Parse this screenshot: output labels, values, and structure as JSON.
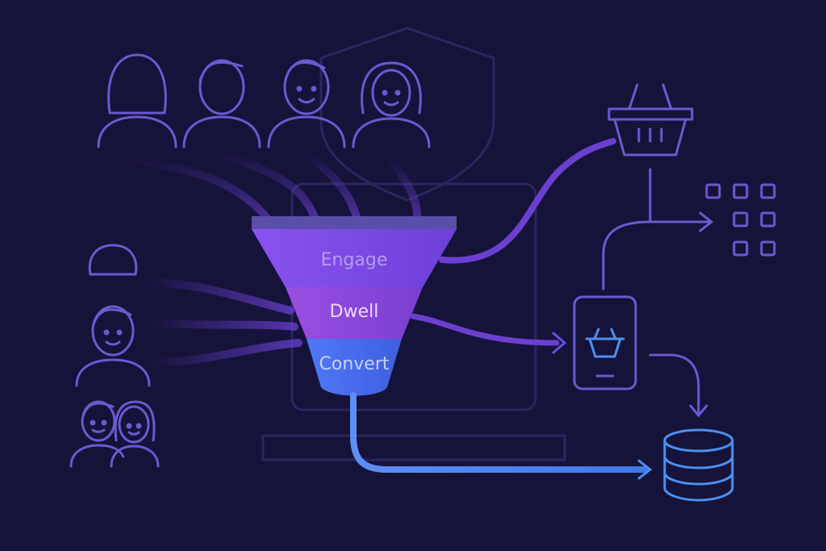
{
  "funnel": {
    "stages": [
      {
        "label": "Engage",
        "color": "#7f4ae6",
        "text_color": "#b49cf2"
      },
      {
        "label": "Dwell",
        "color": "#8f4fd8",
        "text_color": "#e8dcff"
      },
      {
        "label": "Convert",
        "color": "#4a6df0",
        "text_color": "#c3d2ff"
      }
    ]
  },
  "colors": {
    "background": "#15133a",
    "icon_stroke": "#6a5ad0",
    "flow_purple": "#6b3fd0",
    "flow_blue": "#4d8ff0",
    "faint_outline": "#2a2660"
  },
  "icons": [
    "person-icon",
    "shield-icon",
    "laptop-icon",
    "shopping-basket-icon",
    "grid-icon",
    "smartphone-icon",
    "database-icon"
  ]
}
